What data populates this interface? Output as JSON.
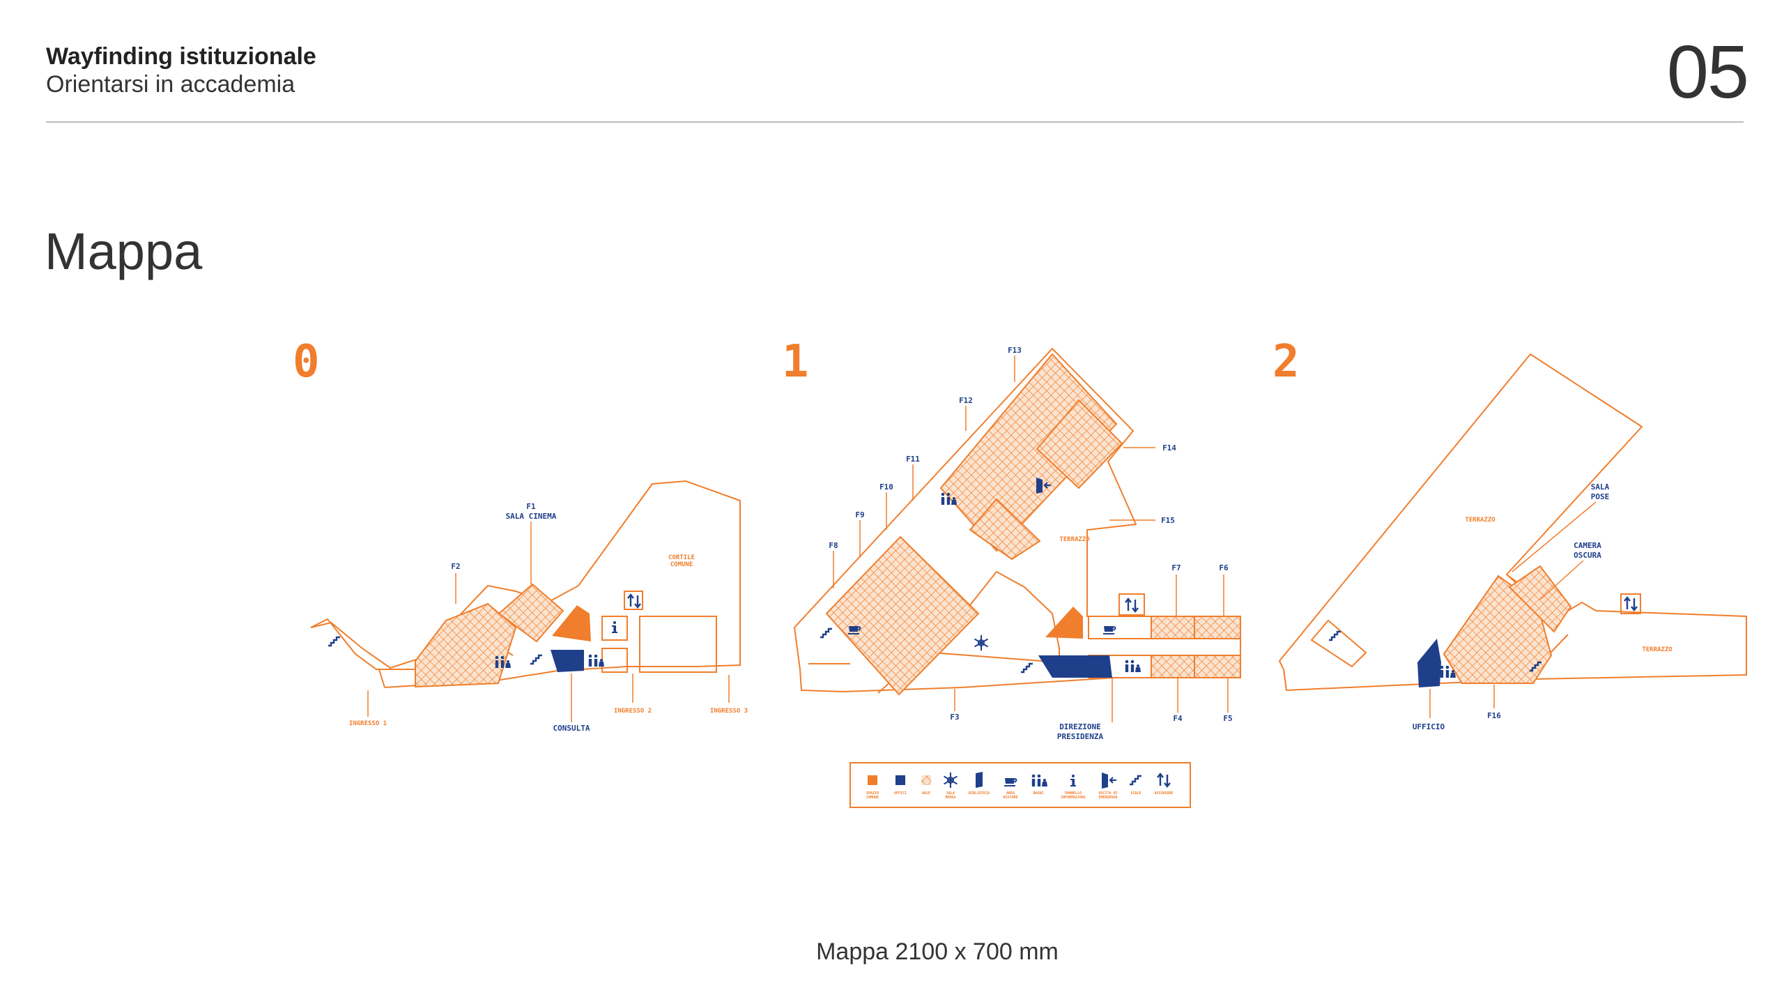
{
  "header": {
    "title": "Wayfinding istituzionale",
    "subtitle": "Orientarsi in accademia",
    "page_number": "05"
  },
  "section_title": "Mappa",
  "caption": "Mappa 2100 x 700 mm",
  "colors": {
    "orange": "#f07e2c",
    "blue": "#1f3f8a",
    "rule": "#bdbdbd"
  },
  "floors": [
    {
      "number": "0",
      "labels": {
        "f1": "F1",
        "sala_cinema": "SALA CINEMA",
        "f2": "F2",
        "cortile_1": "CORTILE",
        "cortile_2": "COMUNE",
        "ingresso_1": "INGRESSO 1",
        "ingresso_2": "INGRESSO 2",
        "ingresso_3": "INGRESSO 3",
        "consulta": "CONSULTA"
      },
      "icons": [
        "stairs-icon",
        "restroom-icon",
        "stairs-icon",
        "info-icon",
        "elevator-icon",
        "restroom-icon"
      ]
    },
    {
      "number": "1",
      "labels": {
        "f13": "F13",
        "f12": "F12",
        "f11": "F11",
        "f10": "F10",
        "f9": "F9",
        "f8": "F8",
        "f14": "F14",
        "f15": "F15",
        "terrazzo": "TERRAZZO",
        "f7": "F7",
        "f6": "F6",
        "f3": "F3",
        "f4": "F4",
        "f5": "F5",
        "direzione_1": "DIREZIONE",
        "direzione_2": "PRESIDENZA"
      },
      "icons": [
        "stairs-icon",
        "coffee-icon",
        "restroom-icon",
        "exit-icon",
        "snowflake-icon",
        "elevator-icon",
        "coffee-icon",
        "stairs-icon",
        "restroom-icon"
      ]
    },
    {
      "number": "2",
      "labels": {
        "terrazzo_a": "TERRAZZO",
        "sala_pose_1": "SALA",
        "sala_pose_2": "POSE",
        "camera_oscura_1": "CAMERA",
        "camera_oscura_2": "OSCURA",
        "terrazzo_b": "TERRAZZO",
        "ufficio": "UFFICIO",
        "f16": "F16"
      },
      "icons": [
        "stairs-icon",
        "elevator-icon",
        "restroom-icon",
        "stairs-icon"
      ]
    }
  ],
  "legend": [
    {
      "icon": "orange-square-icon",
      "line1": "SPAZIO",
      "line2": "COMUNE"
    },
    {
      "icon": "blue-square-icon",
      "line1": "UFFICI",
      "line2": ""
    },
    {
      "icon": "hatch-icon",
      "line1": "AULE",
      "line2": ""
    },
    {
      "icon": "snowflake-icon",
      "line1": "SALA",
      "line2": "MENSA"
    },
    {
      "icon": "book-icon",
      "line1": "BIBLIOTECA",
      "line2": ""
    },
    {
      "icon": "coffee-icon",
      "line1": "AREA",
      "line2": "RISTORO"
    },
    {
      "icon": "restroom-icon",
      "line1": "BAGNI",
      "line2": ""
    },
    {
      "icon": "info-icon",
      "line1": "PANNELLO",
      "line2": "INFORMAZIONI"
    },
    {
      "icon": "exit-icon",
      "line1": "USCITA DI",
      "line2": "EMERGENZA"
    },
    {
      "icon": "stairs-icon",
      "line1": "SCALE",
      "line2": ""
    },
    {
      "icon": "elevator-icon",
      "line1": "ASCENSORE",
      "line2": ""
    }
  ]
}
